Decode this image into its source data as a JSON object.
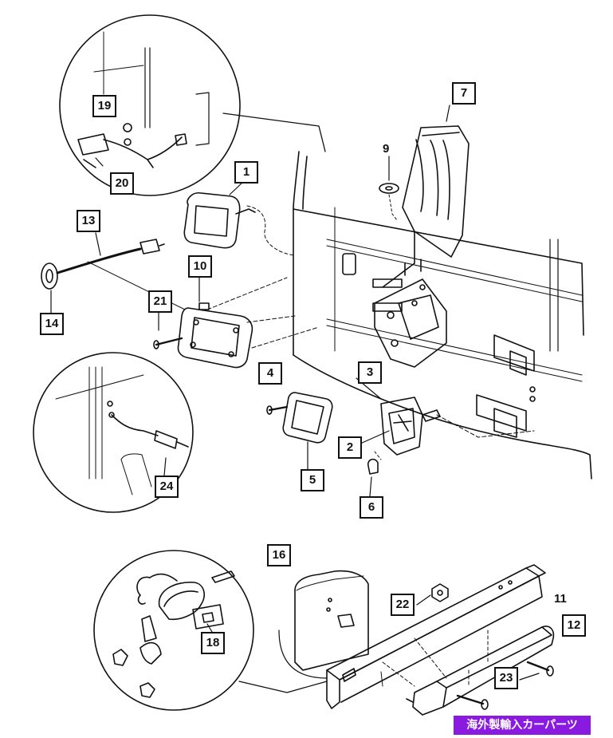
{
  "callouts": {
    "c1": "1",
    "c2": "2",
    "c3": "3",
    "c4": "4",
    "c5": "5",
    "c6": "6",
    "c7": "7",
    "c9": "9",
    "c10": "10",
    "c11": "11",
    "c12": "12",
    "c13": "13",
    "c14": "14",
    "c16": "16",
    "c18": "18",
    "c19": "19",
    "c20": "20",
    "c21": "21",
    "c22": "22",
    "c23": "23",
    "c24": "24"
  },
  "watermark": "海外製輸入カーパーツ",
  "colors": {
    "line": "#111111",
    "watermark_bg": "#8a1ae0",
    "watermark_text": "#ffffff"
  }
}
